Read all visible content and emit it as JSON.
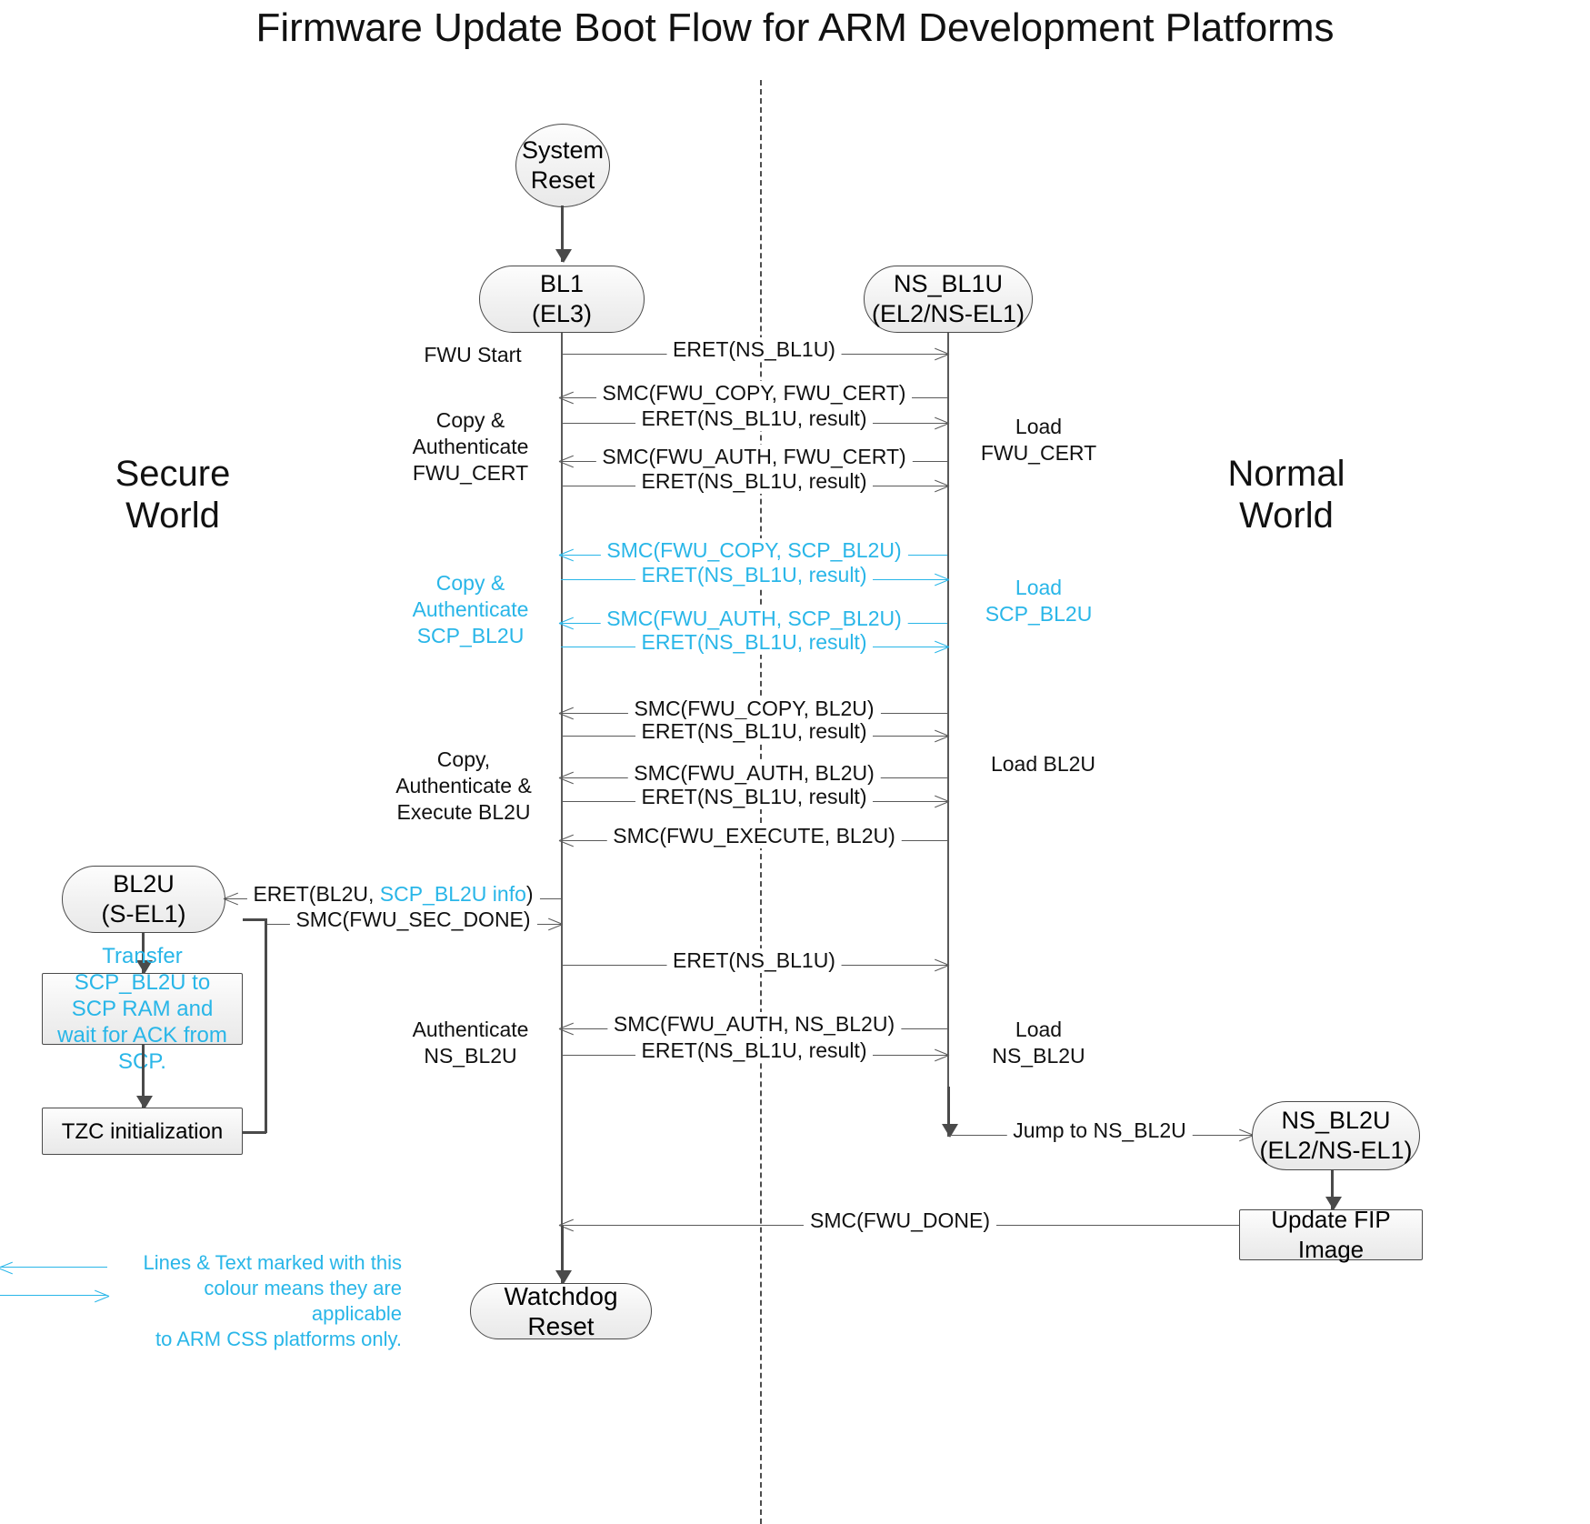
{
  "title": "Firmware Update Boot Flow for ARM Development Platforms",
  "worlds": {
    "secure": "Secure\nWorld",
    "secure_line1": "Secure",
    "secure_line2": "World",
    "normal_line1": "Normal",
    "normal_line2": "World"
  },
  "colors": {
    "css_blue": "#29b6e8",
    "line_gray": "#5a5a5a",
    "text_black": "#111111",
    "node_fill": "#f1f1f1"
  },
  "nodes": {
    "system_reset": {
      "line1": "System",
      "line2": "Reset"
    },
    "bl1": {
      "line1": "BL1",
      "line2": "(EL3)"
    },
    "ns_bl1u": {
      "line1": "NS_BL1U",
      "line2": "(EL2/NS-EL1)"
    },
    "bl2u": {
      "line1": "BL2U",
      "line2": "(S-EL1)"
    },
    "transfer_scp": {
      "text": "Transfer SCP_BL2U to SCP RAM and wait for ACK from SCP."
    },
    "tzc_init": {
      "text": "TZC initialization"
    },
    "ns_bl2u": {
      "line1": "NS_BL2U",
      "line2": "(EL2/NS-EL1)"
    },
    "update_fip": {
      "text": "Update FIP Image"
    },
    "watchdog_reset": {
      "text": "Watchdog Reset"
    }
  },
  "messages": [
    {
      "id": "m1",
      "label": "ERET(NS_BL1U)",
      "dir": "right",
      "css": false
    },
    {
      "id": "m2",
      "label": "SMC(FWU_COPY, FWU_CERT)",
      "dir": "left",
      "css": false
    },
    {
      "id": "m3",
      "label": "ERET(NS_BL1U, result)",
      "dir": "right",
      "css": false
    },
    {
      "id": "m4",
      "label": "SMC(FWU_AUTH, FWU_CERT)",
      "dir": "left",
      "css": false
    },
    {
      "id": "m5",
      "label": "ERET(NS_BL1U, result)",
      "dir": "right",
      "css": false
    },
    {
      "id": "m6",
      "label": "SMC(FWU_COPY, SCP_BL2U)",
      "dir": "left",
      "css": true
    },
    {
      "id": "m7",
      "label": "ERET(NS_BL1U, result)",
      "dir": "right",
      "css": true
    },
    {
      "id": "m8",
      "label": "SMC(FWU_AUTH, SCP_BL2U)",
      "dir": "left",
      "css": true
    },
    {
      "id": "m9",
      "label": "ERET(NS_BL1U, result)",
      "dir": "right",
      "css": true
    },
    {
      "id": "m10",
      "label": "SMC(FWU_COPY, BL2U)",
      "dir": "left",
      "css": false
    },
    {
      "id": "m11",
      "label": "ERET(NS_BL1U, result)",
      "dir": "right",
      "css": false
    },
    {
      "id": "m12",
      "label": "SMC(FWU_AUTH, BL2U)",
      "dir": "left",
      "css": false
    },
    {
      "id": "m13",
      "label": "ERET(NS_BL1U, result)",
      "dir": "right",
      "css": false
    },
    {
      "id": "m14",
      "label": "SMC(FWU_EXECUTE, BL2U)",
      "dir": "left",
      "css": false
    },
    {
      "id": "m15",
      "label": "ERET(NS_BL1U)",
      "dir": "right",
      "css": false
    },
    {
      "id": "m16",
      "label": "SMC(FWU_AUTH, NS_BL2U)",
      "dir": "left",
      "css": false
    },
    {
      "id": "m17",
      "label": "ERET(NS_BL1U, result)",
      "dir": "right",
      "css": false
    }
  ],
  "bl2u_messages": {
    "eret_bl2u_prefix": "ERET(BL2U, ",
    "eret_bl2u_css": "SCP_BL2U info",
    "eret_bl2u_suffix": ")",
    "smc_fwu_sec_done": "SMC(FWU_SEC_DONE)"
  },
  "left_annotations": [
    {
      "id": "a1",
      "text": "FWU Start",
      "css": false
    },
    {
      "id": "a2",
      "text": "Copy &\nAuthenticate\nFWU_CERT",
      "css": false,
      "lines": [
        "Copy &",
        "Authenticate",
        "FWU_CERT"
      ]
    },
    {
      "id": "a3",
      "text": "Copy &\nAuthenticate\nSCP_BL2U",
      "css": true,
      "lines": [
        "Copy &",
        "Authenticate",
        "SCP_BL2U"
      ]
    },
    {
      "id": "a4",
      "text": "Copy,\nAuthenticate &\nExecute BL2U",
      "css": false,
      "lines": [
        "Copy,",
        "Authenticate &",
        "Execute BL2U"
      ]
    },
    {
      "id": "a5",
      "text": "Authenticate\nNS_BL2U",
      "css": false,
      "lines": [
        "Authenticate",
        "NS_BL2U"
      ]
    }
  ],
  "right_annotations": [
    {
      "id": "r1",
      "lines": [
        "Load",
        "FWU_CERT"
      ],
      "css": false
    },
    {
      "id": "r2",
      "lines": [
        "Load",
        "SCP_BL2U"
      ],
      "css": true
    },
    {
      "id": "r3",
      "lines": [
        "Load BL2U"
      ],
      "css": false
    },
    {
      "id": "r4",
      "lines": [
        "Load",
        "NS_BL2U"
      ],
      "css": false
    }
  ],
  "flow_labels": {
    "jump_to_ns_bl2u": "Jump to NS_BL2U",
    "smc_fwu_done": "SMC(FWU_DONE)"
  },
  "legend": {
    "lines": [
      "Lines & Text marked with this",
      "colour means they are applicable",
      "to ARM CSS platforms only."
    ]
  }
}
